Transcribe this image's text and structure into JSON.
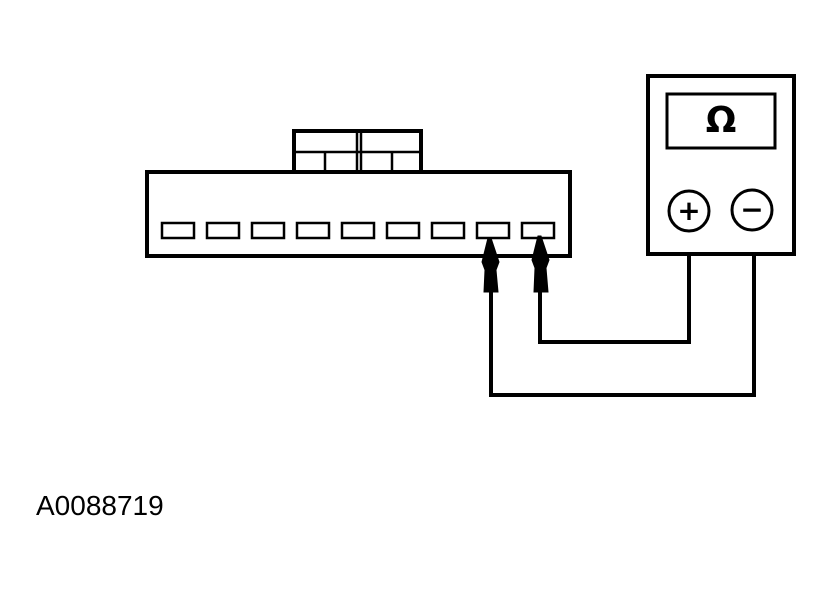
{
  "meter": {
    "display_symbol": "Ω",
    "plus_terminal": "+",
    "minus_terminal": "−"
  },
  "connector": {
    "pin_count": 9
  },
  "figure_id": "A0088719",
  "colors": {
    "line": "#000000",
    "background": "#ffffff"
  }
}
